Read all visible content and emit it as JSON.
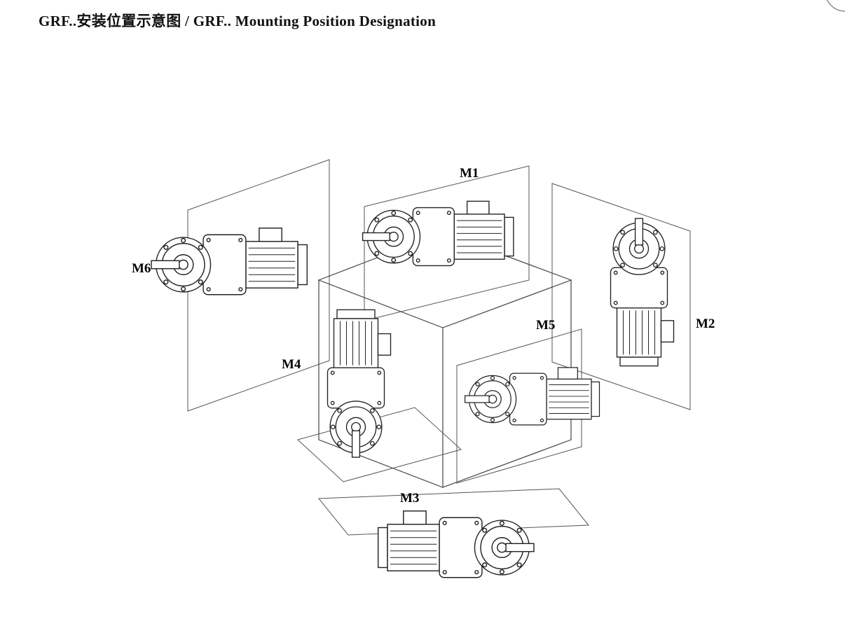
{
  "page": {
    "title": "GRF..安装位置示意图 / GRF.. Mounting Position Designation"
  },
  "diagram": {
    "positions": [
      {
        "label": "M1"
      },
      {
        "label": "M2"
      },
      {
        "label": "M3"
      },
      {
        "label": "M4"
      },
      {
        "label": "M5"
      },
      {
        "label": "M6"
      }
    ]
  },
  "colors": {
    "background": "#ffffff",
    "line": "#222222",
    "panel_line": "#555555",
    "text": "#000000"
  }
}
